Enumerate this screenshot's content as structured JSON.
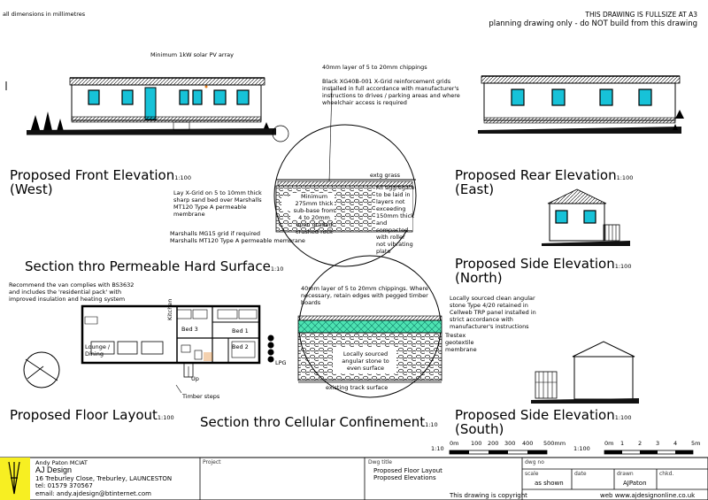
{
  "header": {
    "units_note": "all dimensions in millimetres",
    "fullsize_note": "THIS DRAWING IS FULLSIZE AT A3",
    "planning_note": "planning drawing only - do NOT build from this drawing"
  },
  "front_elevation": {
    "pv_note": "Minimum 1kW solar PV array",
    "title": "Proposed Front Elevation",
    "scale": "1:100",
    "orientation": "(West)"
  },
  "rear_elevation": {
    "title": "Proposed Rear Elevation",
    "scale": "1:100",
    "orientation": "(East)"
  },
  "side_north": {
    "title": "Proposed Side Elevation",
    "scale": "1:100",
    "orientation": "(North)"
  },
  "side_south": {
    "title": "Proposed Side Elevation",
    "scale": "1:100",
    "orientation": "(South)"
  },
  "permeable": {
    "chippings_note": "40mm layer of 5 to 20mm chippings",
    "grid_note": "Black XG40B-001 X-Grid reinforcement grids installed in full accordance with manufacturer's instructions to drives / parking areas and where wheelchair access is required",
    "extg_grass": "extg grass",
    "aggregate_note": "All aggregate to be laid in layers not exceeding 150mm thick and compacted with roller not vibrating plate",
    "subbase_note": "Minimum 275mm thick sub-base from 4 to 20mm open graded crushed rock",
    "xgrid_note": "Lay X-Grid on 5 to 10mm thick sharp sand bed over Marshalls MT120 Type A permeable membrane",
    "mg15_note_1": "Marshalls MG15 grid if required",
    "mg15_note_2": "Marshalls MT120 Type A permeable membrane",
    "title": "Section thro Permeable Hard Surface",
    "scale": "1:10"
  },
  "cellular": {
    "chippings_note": "40mm layer of 5 to 20mm chippings. Where necessary, retain edges with pegged timber boards",
    "stone_note": "Locally sourced clean angular stone Type 4/20 retained in Cellweb TRP panel installed in strict accordance with manufacturer's instructions",
    "trestex_note": "Trestex geotextile membrane",
    "angular_note": "Locally sourced angular stone to even surface",
    "track_note": "existing track surface",
    "title": "Section thro Cellular Confinement",
    "scale": "1:10"
  },
  "floor": {
    "bs_note": "Recommend the van complies with BS3632 and includes the 'residential pack' with improved insulation and heating system",
    "rooms": {
      "kitchen": "Kitchen",
      "bed3": "Bed 3",
      "bed1": "Bed 1",
      "bed2": "Bed 2",
      "lounge": "Lounge / Dining"
    },
    "lpg": "LPG",
    "up": "Up",
    "steps": "Timber steps",
    "title": "Proposed Floor Layout",
    "scale": "1:100"
  },
  "scales": {
    "left_ratio": "1:10",
    "left_ticks": [
      "0m",
      "100",
      "200",
      "300",
      "400",
      "500mm"
    ],
    "right_ratio": "1:100",
    "right_ticks": [
      "0m",
      "1",
      "2",
      "3",
      "4",
      "5m"
    ]
  },
  "title_block": {
    "name": "Andy Paton MCIAT",
    "company": "AJ Design",
    "address": "16 Treburley Close, Treburley, LAUNCESTON",
    "tel": "tel: 01579 370567",
    "email": "email: andy.ajdesign@btinternet.com",
    "project_label": "Project",
    "dwg_title_label": "Dwg title",
    "dwg_title_1": "Proposed Floor Layout",
    "dwg_title_2": "Proposed Elevations",
    "copyright": "This drawing is copyright",
    "dwg_no_label": "dwg no",
    "scale_label": "scale",
    "scale_value": "as shown",
    "date_label": "date",
    "drawn_label": "drawn",
    "drawn_value": "AJPaton",
    "chkd_label": "chkd.",
    "web": "web www.ajdesignonline.co.uk"
  }
}
